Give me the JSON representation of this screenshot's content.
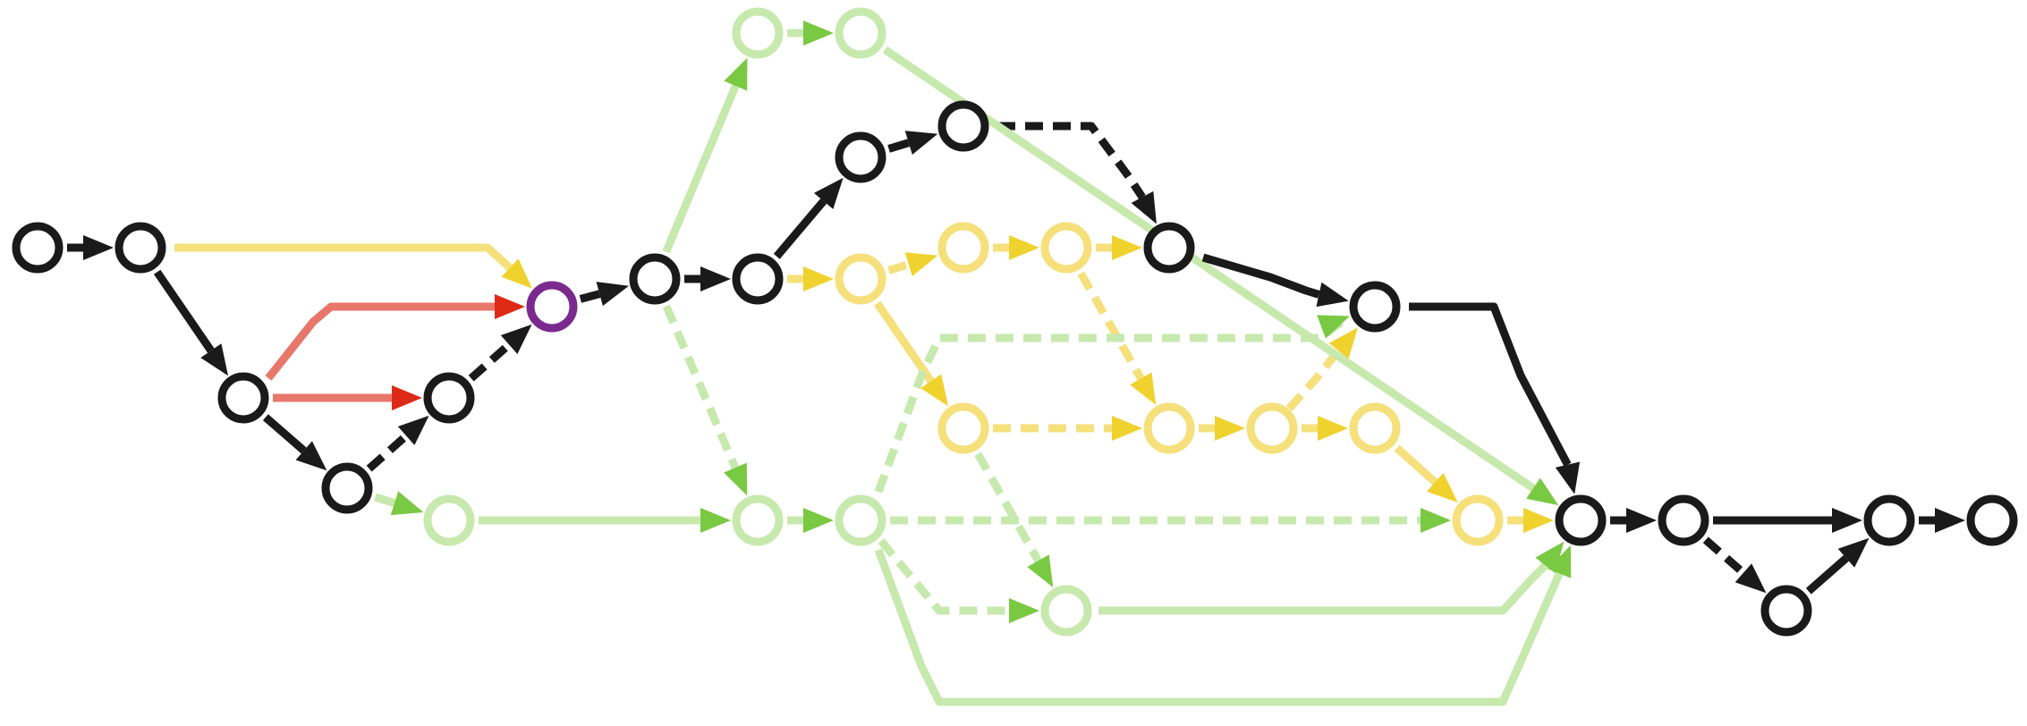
{
  "colors": {
    "background": "#ffffff",
    "black": "#1a1a1a",
    "red_line": "#e8776b",
    "red_arrow": "#dd2a17",
    "yellow_line": "#f5e07c",
    "yellow_arrow": "#f0d22f",
    "green_line": "#c7e9ad",
    "green_arrow": "#7ac943",
    "purple": "#7a2a8e"
  },
  "nodes": [
    {
      "id": "n0",
      "color": "black"
    },
    {
      "id": "n1",
      "color": "black"
    },
    {
      "id": "n2",
      "color": "black"
    },
    {
      "id": "n3",
      "color": "black"
    },
    {
      "id": "n4",
      "color": "black"
    },
    {
      "id": "p1",
      "color": "purple"
    },
    {
      "id": "g0",
      "color": "green"
    },
    {
      "id": "n5",
      "color": "black"
    },
    {
      "id": "g1",
      "color": "green"
    },
    {
      "id": "g2",
      "color": "green"
    },
    {
      "id": "n6",
      "color": "black"
    },
    {
      "id": "g3",
      "color": "green"
    },
    {
      "id": "n7",
      "color": "black"
    },
    {
      "id": "n8",
      "color": "black"
    },
    {
      "id": "y1",
      "color": "yellow"
    },
    {
      "id": "g4",
      "color": "green"
    },
    {
      "id": "y2",
      "color": "yellow"
    },
    {
      "id": "y3",
      "color": "yellow"
    },
    {
      "id": "n9",
      "color": "black"
    },
    {
      "id": "y4",
      "color": "yellow"
    },
    {
      "id": "g5",
      "color": "green"
    },
    {
      "id": "y5",
      "color": "yellow"
    },
    {
      "id": "y6",
      "color": "yellow"
    },
    {
      "id": "n10",
      "color": "black"
    },
    {
      "id": "y7",
      "color": "yellow"
    },
    {
      "id": "y8",
      "color": "yellow"
    },
    {
      "id": "n11",
      "color": "black"
    },
    {
      "id": "n12",
      "color": "black"
    },
    {
      "id": "n13",
      "color": "black"
    },
    {
      "id": "n14",
      "color": "black"
    },
    {
      "id": "n15",
      "color": "black"
    }
  ],
  "edges": [
    {
      "from": "n0",
      "to": "n1",
      "color": "black",
      "dashed": false
    },
    {
      "from": "n1",
      "to": "n2",
      "color": "black",
      "dashed": false
    },
    {
      "from": "n1",
      "to": "p1",
      "color": "yellow",
      "dashed": false
    },
    {
      "from": "n2",
      "to": "p1",
      "color": "red",
      "dashed": false
    },
    {
      "from": "n2",
      "to": "n4",
      "color": "red",
      "dashed": false
    },
    {
      "from": "n2",
      "to": "n3",
      "color": "black",
      "dashed": false
    },
    {
      "from": "n3",
      "to": "n4",
      "color": "black",
      "dashed": true
    },
    {
      "from": "n4",
      "to": "p1",
      "color": "black",
      "dashed": true
    },
    {
      "from": "n3",
      "to": "g0",
      "color": "green",
      "dashed": false
    },
    {
      "from": "p1",
      "to": "n5",
      "color": "black",
      "dashed": false
    },
    {
      "from": "n5",
      "to": "g1",
      "color": "green",
      "dashed": false
    },
    {
      "from": "g1",
      "to": "g2",
      "color": "green",
      "dashed": true
    },
    {
      "from": "n5",
      "to": "n6",
      "color": "black",
      "dashed": false
    },
    {
      "from": "n5",
      "to": "g3",
      "color": "green",
      "dashed": true
    },
    {
      "from": "g0",
      "to": "g3",
      "color": "green",
      "dashed": false
    },
    {
      "from": "n6",
      "to": "n7",
      "color": "black",
      "dashed": false
    },
    {
      "from": "n7",
      "to": "n8",
      "color": "black",
      "dashed": false
    },
    {
      "from": "n8",
      "to": "n9",
      "color": "black",
      "dashed": true
    },
    {
      "from": "n6",
      "to": "y1",
      "color": "yellow",
      "dashed": false
    },
    {
      "from": "y1",
      "to": "y2",
      "color": "yellow",
      "dashed": true
    },
    {
      "from": "y2",
      "to": "y3",
      "color": "yellow",
      "dashed": true
    },
    {
      "from": "y3",
      "to": "n9",
      "color": "yellow",
      "dashed": true
    },
    {
      "from": "y1",
      "to": "y4",
      "color": "yellow",
      "dashed": false
    },
    {
      "from": "y3",
      "to": "y5",
      "color": "yellow",
      "dashed": true
    },
    {
      "from": "y4",
      "to": "y5",
      "color": "yellow",
      "dashed": true
    },
    {
      "from": "y5",
      "to": "y6",
      "color": "yellow",
      "dashed": true
    },
    {
      "from": "y6",
      "to": "y7",
      "color": "yellow",
      "dashed": true
    },
    {
      "from": "y6",
      "to": "n10",
      "color": "yellow",
      "dashed": true
    },
    {
      "from": "y7",
      "to": "y8",
      "color": "yellow",
      "dashed": false
    },
    {
      "from": "y4",
      "to": "g5",
      "color": "green",
      "dashed": true
    },
    {
      "from": "g3",
      "to": "g4",
      "color": "green",
      "dashed": true
    },
    {
      "from": "g4",
      "to": "n10",
      "color": "green",
      "dashed": true
    },
    {
      "from": "g4",
      "to": "y8",
      "color": "green",
      "dashed": true
    },
    {
      "from": "g4",
      "to": "g5",
      "color": "green",
      "dashed": true
    },
    {
      "from": "g4",
      "to": "n11",
      "color": "green",
      "dashed": false
    },
    {
      "from": "g5",
      "to": "n11",
      "color": "green",
      "dashed": false
    },
    {
      "from": "g2",
      "to": "n11",
      "color": "green",
      "dashed": false
    },
    {
      "from": "n9",
      "to": "n10",
      "color": "black",
      "dashed": false
    },
    {
      "from": "n10",
      "to": "n11",
      "color": "black",
      "dashed": false
    },
    {
      "from": "y8",
      "to": "n11",
      "color": "yellow",
      "dashed": true
    },
    {
      "from": "n11",
      "to": "n12",
      "color": "black",
      "dashed": false
    },
    {
      "from": "n12",
      "to": "n14",
      "color": "black",
      "dashed": false
    },
    {
      "from": "n12",
      "to": "n13",
      "color": "black",
      "dashed": true
    },
    {
      "from": "n13",
      "to": "n14",
      "color": "black",
      "dashed": false
    },
    {
      "from": "n14",
      "to": "n15",
      "color": "black",
      "dashed": false
    }
  ]
}
